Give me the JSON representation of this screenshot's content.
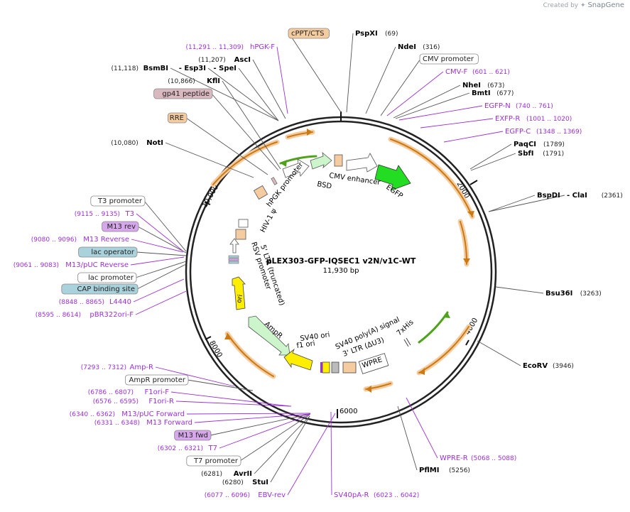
{
  "watermark": {
    "text": "Created by",
    "brand": "SnapGene"
  },
  "plasmid": {
    "name": "pLEX303-GFP-IQSEC1 v2N/v1C-WT",
    "size_label": "11,930 bp",
    "ticks": [
      "2000",
      "4000",
      "6000",
      "8000",
      "10,000"
    ]
  },
  "colors": {
    "primer": "#9b30d9",
    "enzyme": "#000000",
    "feature_orange": "#f5cba0",
    "feature_pink": "#d9b8bf",
    "feature_teal": "#a9d2dc",
    "feature_purple": "#d7a7ec",
    "orf_orange": "#c97a12",
    "orf_green": "#4fa31b",
    "egfp": "#22dd22",
    "ori": "#ffee00",
    "ampr": "#ccf5cc"
  },
  "outer_labels": [
    {
      "text": "cPPT/CTS",
      "style": "box-orange"
    },
    {
      "text": "PspXI",
      "style": "enzyme",
      "pos": "(69)"
    },
    {
      "text": "NdeI",
      "style": "enzyme",
      "pos": "(316)"
    },
    {
      "text": "CMV promoter",
      "style": "box-white"
    },
    {
      "text": "CMV-F",
      "style": "primer",
      "pos": "(601 .. 621)"
    },
    {
      "text": "NheI",
      "style": "enzyme",
      "pos": "(673)"
    },
    {
      "text": "BmtI",
      "style": "enzyme",
      "pos": "(677)"
    },
    {
      "text": "EGFP-N",
      "style": "primer",
      "pos": "(740 .. 761)"
    },
    {
      "text": "EXFP-R",
      "style": "primer",
      "pos": "(1001 .. 1020)"
    },
    {
      "text": "EGFP-C",
      "style": "primer",
      "pos": "(1348 .. 1369)"
    },
    {
      "text": "PaqCI",
      "style": "enzyme",
      "pos": "(1789)"
    },
    {
      "text": "SbfI",
      "style": "enzyme",
      "pos": "(1791)"
    },
    {
      "text": "BspDI",
      "style": "enzyme",
      "pos": ""
    },
    {
      "text": "- ClaI",
      "style": "enzyme",
      "pos": "(2361)"
    },
    {
      "text": "Bsu36I",
      "style": "enzyme",
      "pos": "(3263)"
    },
    {
      "text": "EcoRV",
      "style": "enzyme",
      "pos": "(3946)"
    },
    {
      "text": "WPRE-R",
      "style": "primer",
      "pos": "(5068 .. 5088)"
    },
    {
      "text": "PflMI",
      "style": "enzyme",
      "pos": "(5256)"
    },
    {
      "text": "SV40pA-R",
      "style": "primer",
      "pos": "(6023 .. 6042)"
    },
    {
      "text": "EBV-rev",
      "style": "primer",
      "pos": "(6077 .. 6096)"
    },
    {
      "text": "StuI",
      "style": "enzyme",
      "pos": "(6280)"
    },
    {
      "text": "AvrII",
      "style": "enzyme",
      "pos": "(6281)"
    },
    {
      "text": "T7 promoter",
      "style": "box-white"
    },
    {
      "text": "T7",
      "style": "primer",
      "pos": "(6302 .. 6321)"
    },
    {
      "text": "M13 fwd",
      "style": "box-purple"
    },
    {
      "text": "M13 Forward",
      "style": "primer",
      "pos": "(6331 .. 6348)"
    },
    {
      "text": "M13/pUC Forward",
      "style": "primer",
      "pos": "(6340 .. 6362)"
    },
    {
      "text": "F1ori-R",
      "style": "primer",
      "pos": "(6576 .. 6595)"
    },
    {
      "text": "F1ori-F",
      "style": "primer",
      "pos": "(6786 .. 6807)"
    },
    {
      "text": "AmpR promoter",
      "style": "box-white"
    },
    {
      "text": "Amp-R",
      "style": "primer",
      "pos": "(7293 .. 7312)"
    },
    {
      "text": "pBR322ori-F",
      "style": "primer",
      "pos": "(8595 .. 8614)"
    },
    {
      "text": "L4440",
      "style": "primer",
      "pos": "(8848 .. 8865)"
    },
    {
      "text": "CAP binding site",
      "style": "box-teal"
    },
    {
      "text": "lac promoter",
      "style": "box-white"
    },
    {
      "text": "M13/pUC Reverse",
      "style": "primer",
      "pos": "(9061 .. 9083)"
    },
    {
      "text": "lac operator",
      "style": "box-teal"
    },
    {
      "text": "M13 Reverse",
      "style": "primer",
      "pos": "(9080 .. 9096)"
    },
    {
      "text": "M13 rev",
      "style": "box-purple"
    },
    {
      "text": "T3",
      "style": "primer",
      "pos": "(9115 .. 9135)"
    },
    {
      "text": "T3 promoter",
      "style": "box-white"
    },
    {
      "text": "NotI",
      "style": "enzyme",
      "pos": "(10,080)"
    },
    {
      "text": "RRE",
      "style": "box-orange"
    },
    {
      "text": "gp41 peptide",
      "style": "box-pink"
    },
    {
      "text": "KflI",
      "style": "enzyme",
      "pos": "(10,866)"
    },
    {
      "text": "BsmBI",
      "style": "enzyme",
      "pos": "(11,118)"
    },
    {
      "text": "- Esp3I",
      "style": "enzyme",
      "pos": ""
    },
    {
      "text": "- SpeI",
      "style": "enzyme",
      "pos": ""
    },
    {
      "text": "AscI",
      "style": "enzyme",
      "pos": "(11,207)"
    },
    {
      "text": "hPGK-F",
      "style": "primer",
      "pos": "(11,291 .. 11,309)"
    }
  ],
  "inner_labels": [
    "CMV enhancer",
    "EGFP",
    "BSD",
    "hPGK promoter",
    "HIV-1 ψ",
    "5' LTR (truncated)",
    "RSV promoter",
    "ori",
    "AmpR",
    "f1 ori",
    "SV40 ori",
    "SV40 poly(A) signal",
    "3' LTR (ΔU3)",
    "WPRE",
    "7xHis"
  ]
}
